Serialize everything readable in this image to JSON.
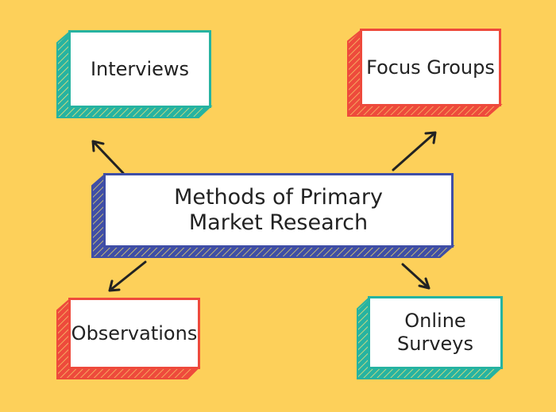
{
  "colors": {
    "background": "#fdd05a",
    "teal": "#26b3a1",
    "red": "#ee4a3c",
    "blue": "#3f4ea6",
    "text": "#222222"
  },
  "center": {
    "line1": "Methods of Primary",
    "line2": "Market Research"
  },
  "nodes": {
    "interviews": {
      "label": "Interviews"
    },
    "focus_groups": {
      "label": "Focus Groups"
    },
    "observations": {
      "label": "Observations"
    },
    "online_surveys": {
      "line1": "Online",
      "line2": "Surveys"
    }
  }
}
